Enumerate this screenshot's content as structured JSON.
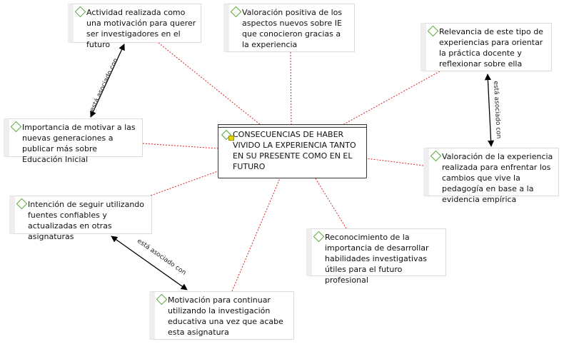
{
  "central": {
    "label": "CONSECUENCIAS DE HABER VIVIDO LA EXPERIENCIA TANTO EN SU PRESENTE COMO EN EL FUTURO",
    "icons": [
      "code-icon",
      "memo-icon"
    ]
  },
  "nodes": [
    {
      "id": "actividad",
      "label": "Actividad realizada como una motivación para querer ser investigadores en el futuro"
    },
    {
      "id": "valoracion-positiva",
      "label": "Valoración positiva de los aspectos nuevos sobre IE que conocieron gracias a la experiencia"
    },
    {
      "id": "relevancia",
      "label": "Relevancia de este tipo de experiencias para orientar la práctica docente y reflexionar sobre ella"
    },
    {
      "id": "importancia",
      "label": "Importancia de motivar a las nuevas generaciones a publicar más sobre Educación Inicial"
    },
    {
      "id": "valoracion-experiencia",
      "label": "Valoración de la experiencia realizada para enfrentar los cambios que vive la pedagogía en base a la evidencia empírica"
    },
    {
      "id": "intencion",
      "label": "Intención de seguir utilizando fuentes confiables y actualizadas en otras asignaturas"
    },
    {
      "id": "reconocimiento",
      "label": "Reconocimiento de la importancia de desarrollar habilidades investigativas útiles para el futuro profesional"
    },
    {
      "id": "motivacion",
      "label": "Motivación para continuar utilizando la investigación educativa una vez que acabe esta asignatura"
    }
  ],
  "relations": [
    {
      "label": "está asociado con",
      "from": "actividad",
      "to": "importancia"
    },
    {
      "label": "está asociado con",
      "from": "relevancia",
      "to": "valoracion-experiencia"
    },
    {
      "label": "está asociado con",
      "from": "intencion",
      "to": "motivacion"
    }
  ],
  "colors": {
    "link": "#e02020",
    "relation": "#000000",
    "code_icon": "#56a83b",
    "memo_icon": "#e6d600"
  }
}
